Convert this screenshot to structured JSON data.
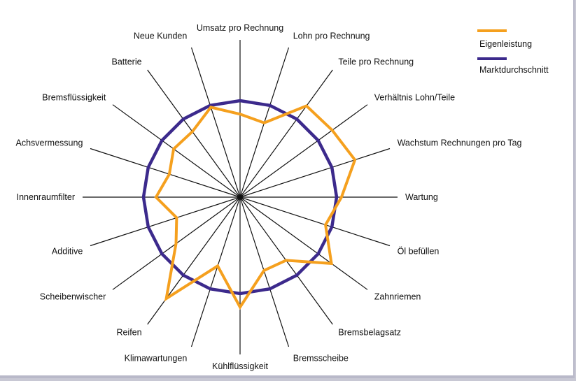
{
  "chart_data": {
    "type": "radar",
    "axes": [
      "Umsatz pro Rechnung",
      "Lohn pro Rechnung",
      "Teile pro Rechnung",
      "Verhältnis Lohn/Teile",
      "Wachstum Rechnungen pro Tag",
      "Wartung",
      "Öl befüllen",
      "Zahnriemen",
      "Bremsbelagsatz",
      "Bremsscheibe",
      "Kühlflüssigkeit",
      "Klimawartungen",
      "Reifen",
      "Scheibenwischer",
      "Additive",
      "Innenraumfilter",
      "Achsvermessung",
      "Bremsflüssigkeit",
      "Batterie",
      "Neue Kunden"
    ],
    "series": [
      {
        "name": "Eigenleistung",
        "color": "#f5a01e",
        "values": [
          0.86,
          0.81,
          1.17,
          1.18,
          1.25,
          1.05,
          0.93,
          1.17,
          0.81,
          0.8,
          1.14,
          0.75,
          1.3,
          0.82,
          0.69,
          0.87,
          0.77,
          0.85,
          0.84,
          0.98
        ]
      },
      {
        "name": "Marktdurchschnitt",
        "color": "#3c2a8c",
        "values": [
          1,
          1,
          1,
          1,
          1,
          1,
          1,
          1,
          1,
          1,
          1,
          1,
          1,
          1,
          1,
          1,
          1,
          1,
          1,
          1
        ]
      }
    ],
    "legend_position": "top-right",
    "grid": false
  }
}
